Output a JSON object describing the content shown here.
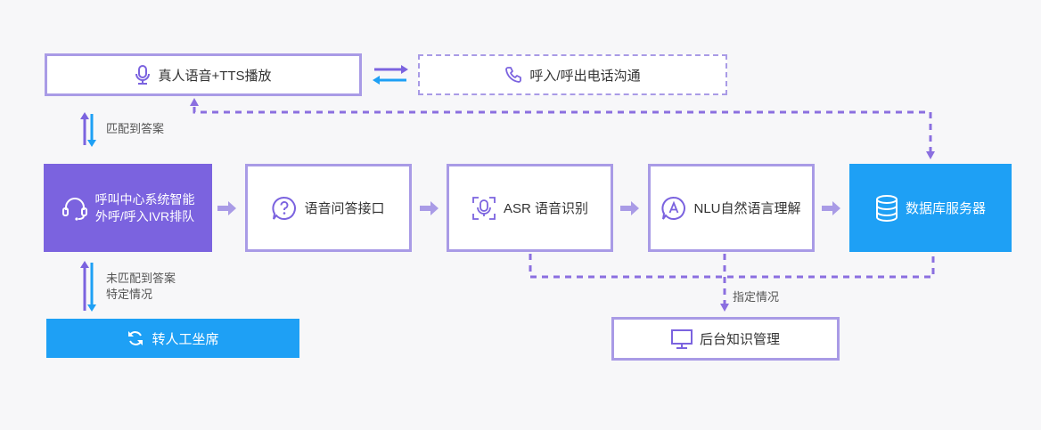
{
  "boxes": {
    "tts_playback": "真人语音+TTS播放",
    "call_in_out": "呼入/呼出电话沟通",
    "call_center_line1": "呼叫中心系统智能",
    "call_center_line2": "外呼/呼入IVR排队",
    "qa_interface": "语音问答接口",
    "asr": "ASR 语音识别",
    "nlu": "NLU自然语言理解",
    "db_server": "数据库服务器",
    "transfer_human": "转人工坐席",
    "backend_km": "后台知识管理"
  },
  "notes": {
    "match_answer": "匹配到答案",
    "no_match_line1": "未匹配到答案",
    "no_match_line2": "特定情况",
    "specified_case": "指定情况"
  },
  "colors": {
    "purple": "#7b63df",
    "light_purple": "#a99be6",
    "blue": "#1ea0f5",
    "dashed_line": "#8b6fe0"
  }
}
